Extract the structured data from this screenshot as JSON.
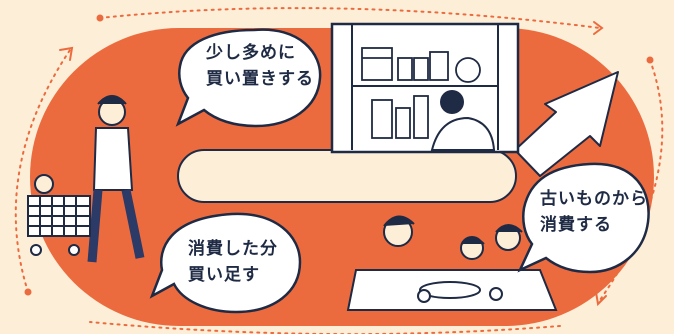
{
  "steps": {
    "stock": "少し多めに\n買い置きする",
    "use_old": "古いものから\n消費する",
    "rebuy": "消費した分\n買い足す"
  },
  "colors": {
    "background": "#fdeed8",
    "loop": "#ec6b3e",
    "center_pill": "#fdeed8",
    "ink": "#1f2a44",
    "bubble": "#ffffff",
    "dotted_arrow": "#ec6b3e"
  },
  "icons": [
    "dotted-cycle-arrow",
    "family-shopping-illustration",
    "pantry-shelf-illustration",
    "family-dining-illustration"
  ]
}
